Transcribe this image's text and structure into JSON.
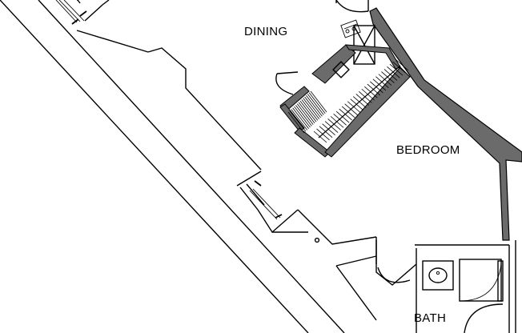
{
  "rooms": {
    "dining": "DINING",
    "bedroom": "BEDROOM",
    "bath": "BATH"
  },
  "colors": {
    "line": "#000000",
    "wall_fill": "#6b6b6b",
    "background": "#ffffff"
  }
}
